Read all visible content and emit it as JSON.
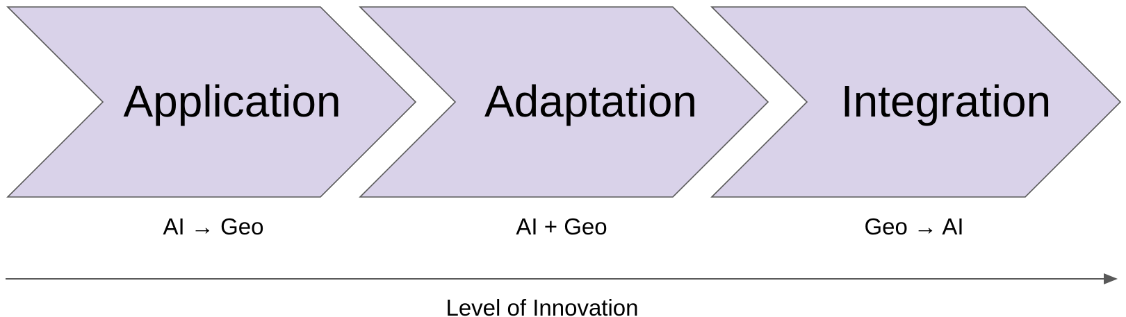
{
  "stages": [
    {
      "title": "Application",
      "subtitle": "AI → Geo"
    },
    {
      "title": "Adaptation",
      "subtitle": "AI + Geo"
    },
    {
      "title": "Integration",
      "subtitle": "Geo → AI"
    }
  ],
  "axis": {
    "label": "Level of Innovation"
  },
  "colors": {
    "chevron_fill": "#d9d2e9",
    "chevron_stroke": "#595959",
    "text": "#000000",
    "axis": "#595959"
  }
}
